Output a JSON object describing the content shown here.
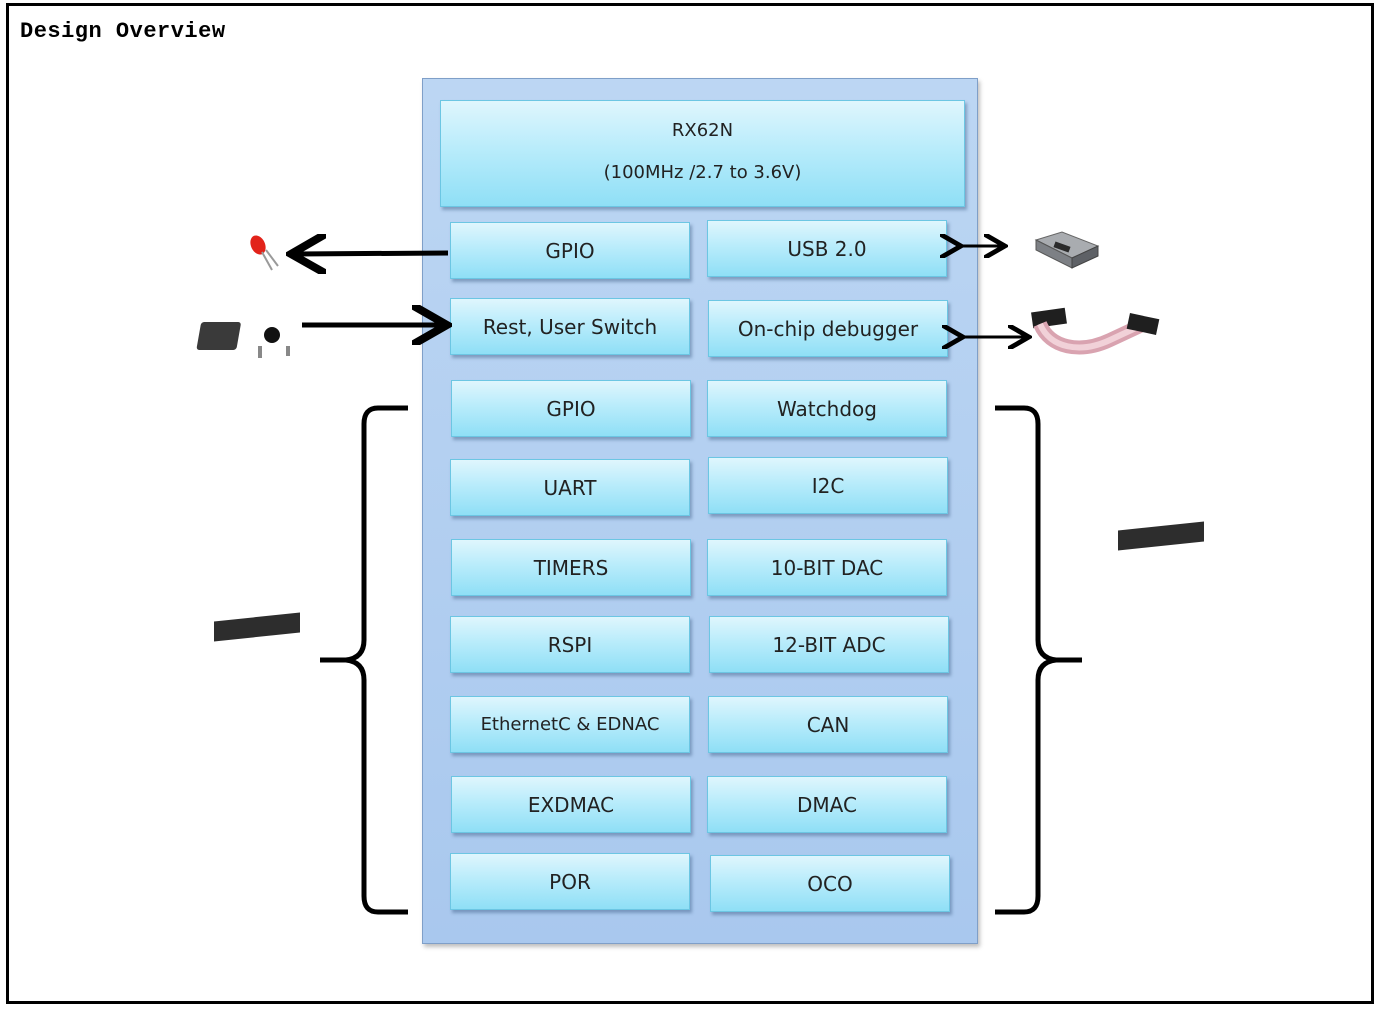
{
  "page_title": "Design Overview",
  "core": {
    "name": "RX62N",
    "spec": "(100MHz /2.7 to 3.6V)"
  },
  "blocks": [
    "GPIO",
    "USB 2.0",
    "Rest, User Switch",
    "On-chip debugger",
    "GPIO",
    "Watchdog",
    "UART",
    "I2C",
    "TIMERS",
    "10-BIT DAC",
    "RSPI",
    "12-BIT ADC",
    "EthernetC & EDNAC",
    "CAN",
    "EXDMAC",
    "DMAC",
    "POR",
    "OCO"
  ],
  "peripherals": [
    "led-icon",
    "usb-connector-icon",
    "push-button-icon",
    "ribbon-cable-icon",
    "pin-header-icon",
    "pin-header-icon"
  ]
}
